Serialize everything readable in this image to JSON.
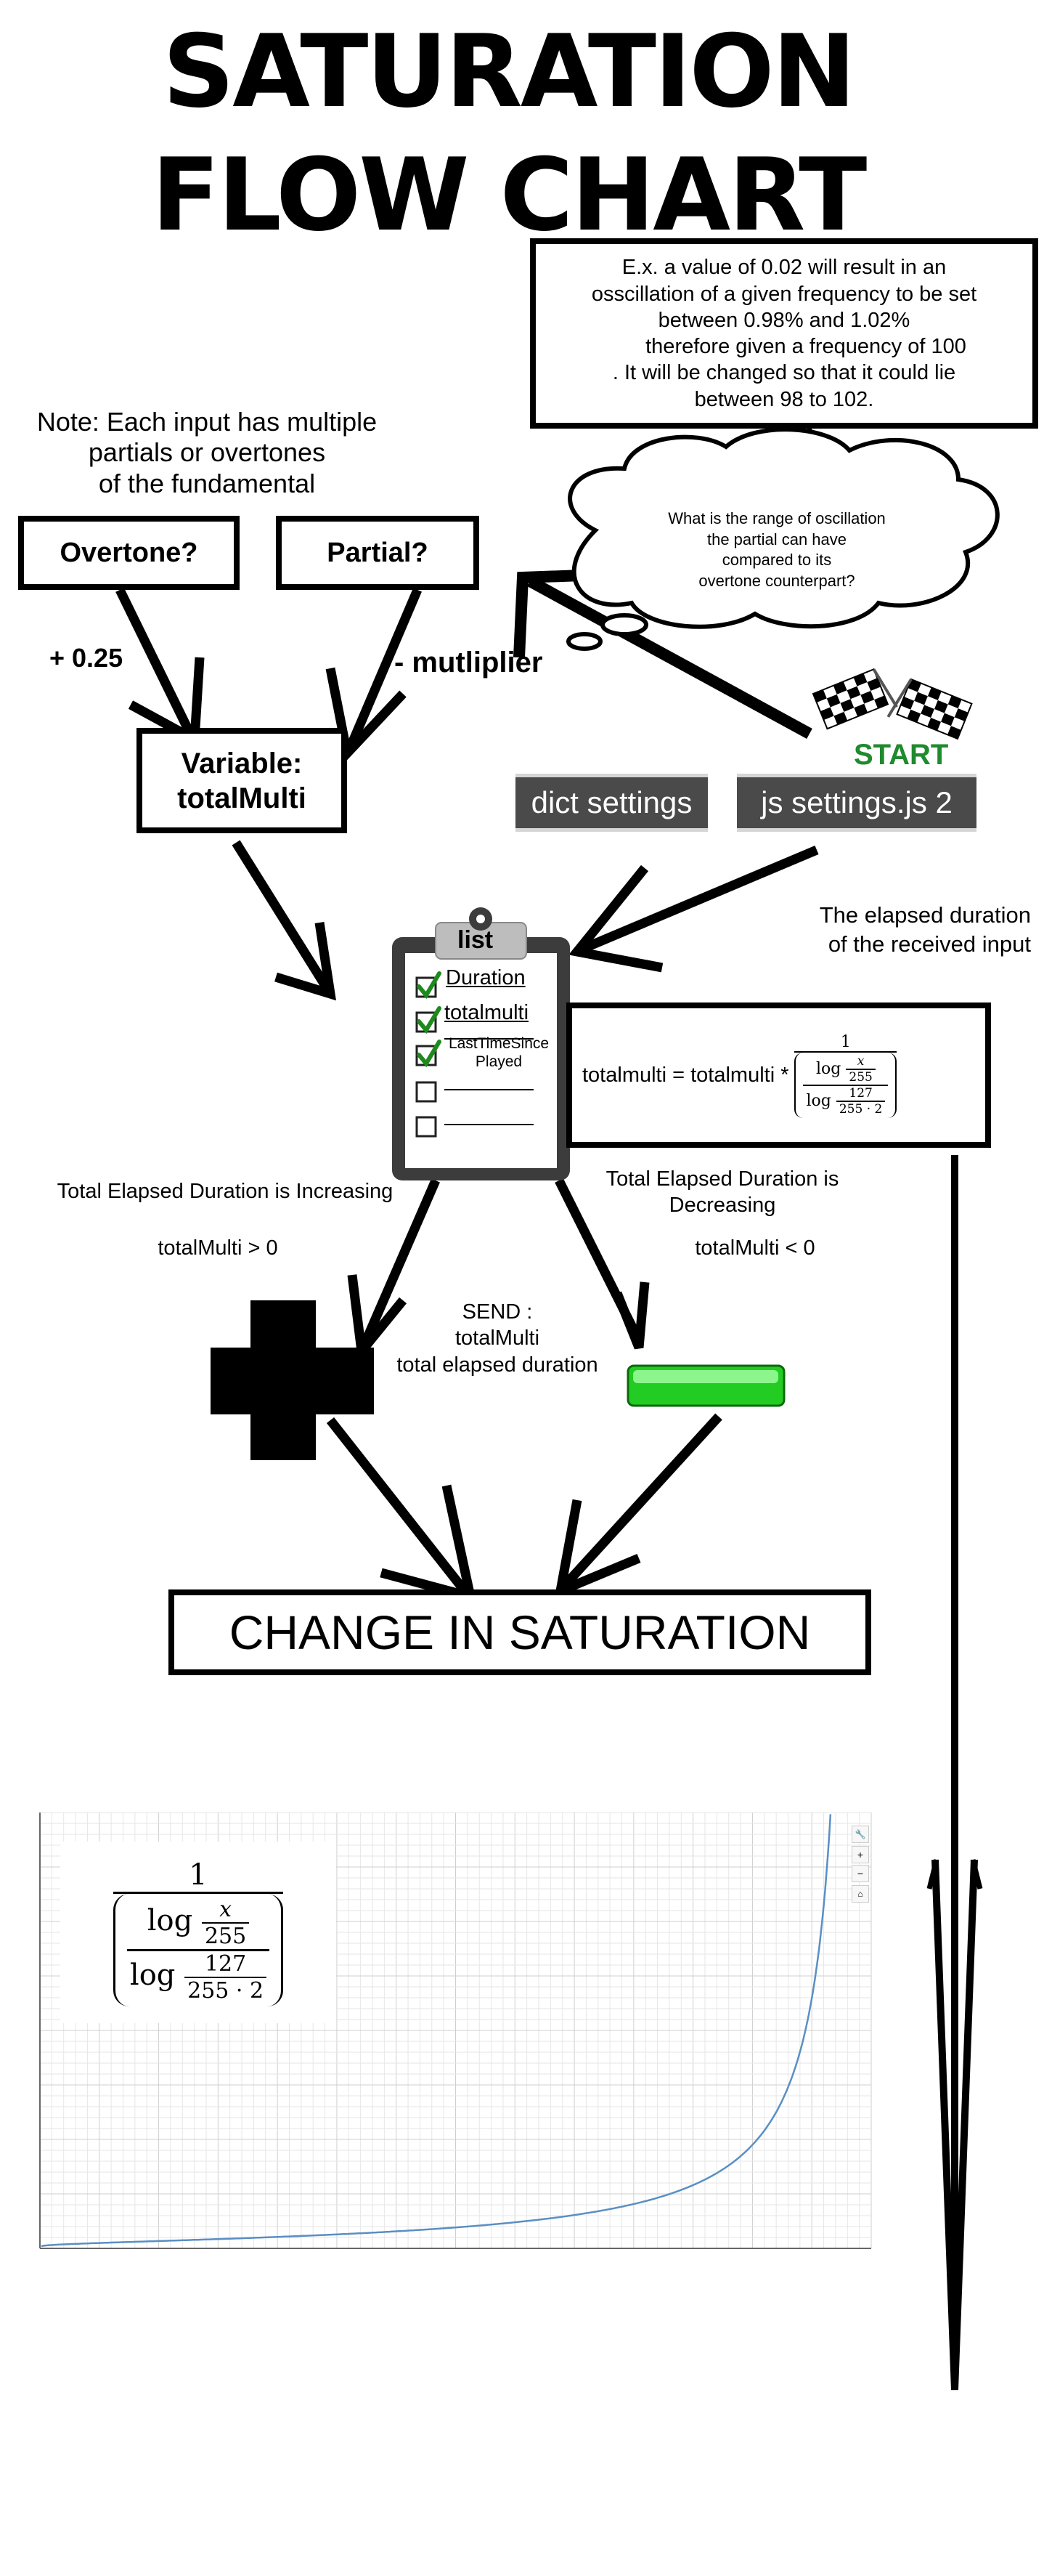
{
  "title": {
    "line1": "SATURATION",
    "line2": "FLOW CHART"
  },
  "example_box": {
    "lines": [
      "E.x. a value of 0.02 will result in an",
      "osscillation of a given frequency to be set",
      "between 0.98% and 1.02%",
      "therefore given a frequency of 100",
      ". It will be changed so that it could lie",
      "between 98 to 102."
    ]
  },
  "note": {
    "lines": [
      "Note: Each input has multiple",
      "partials or overtones",
      "of the fundamental"
    ]
  },
  "cloud": {
    "lines": [
      "What is the range of oscillation",
      "the partial can have",
      "compared to its",
      "overtone counterpart?"
    ]
  },
  "overtone_box": "Overtone?",
  "partial_box": "Partial?",
  "plus_label": "+ 0.25",
  "minus_label": "- mutliplier",
  "variable_box": {
    "line1": "Variable:",
    "line2": "totalMulti"
  },
  "start_label": "START",
  "dict_settings": "dict settings",
  "js_settings": "js settings.js 2",
  "elapsed_label": {
    "line1": "The elapsed duration",
    "line2": "of the received input"
  },
  "clipboard": {
    "header": "list",
    "items": [
      "Duration",
      "totalmulti",
      "LastTimeSince Played",
      "",
      ""
    ]
  },
  "formula": {
    "lhs": "totalmulti = totalmulti *",
    "num": "1",
    "inner_num_x": "x",
    "inner_den_255": "255",
    "outer_num": "127",
    "outer_den": "255 · 2",
    "log": "log"
  },
  "increasing": {
    "label": "Total Elapsed Duration is Increasing",
    "cond": "totalMulti > 0"
  },
  "decreasing": {
    "line1": "Total Elapsed Duration is",
    "line2": "Decreasing",
    "cond": "totalMulti < 0"
  },
  "send": {
    "lines": [
      "SEND :",
      "totalMulti",
      "total elapsed duration"
    ]
  },
  "change_box": "CHANGE IN SATURATION",
  "graph": {
    "chart_data": {
      "type": "line",
      "function": "1 / ( log(x/255) / log(127/(255·2)) )",
      "curve": "steep asymptotic rise at right edge",
      "grid": true,
      "zoom_controls": [
        "🔧",
        "+",
        "−",
        "⌂"
      ]
    },
    "colors": {
      "curve": "#5a8fc4",
      "grid_minor": "#e6e6e6",
      "grid_major": "#cfcfcf"
    }
  }
}
